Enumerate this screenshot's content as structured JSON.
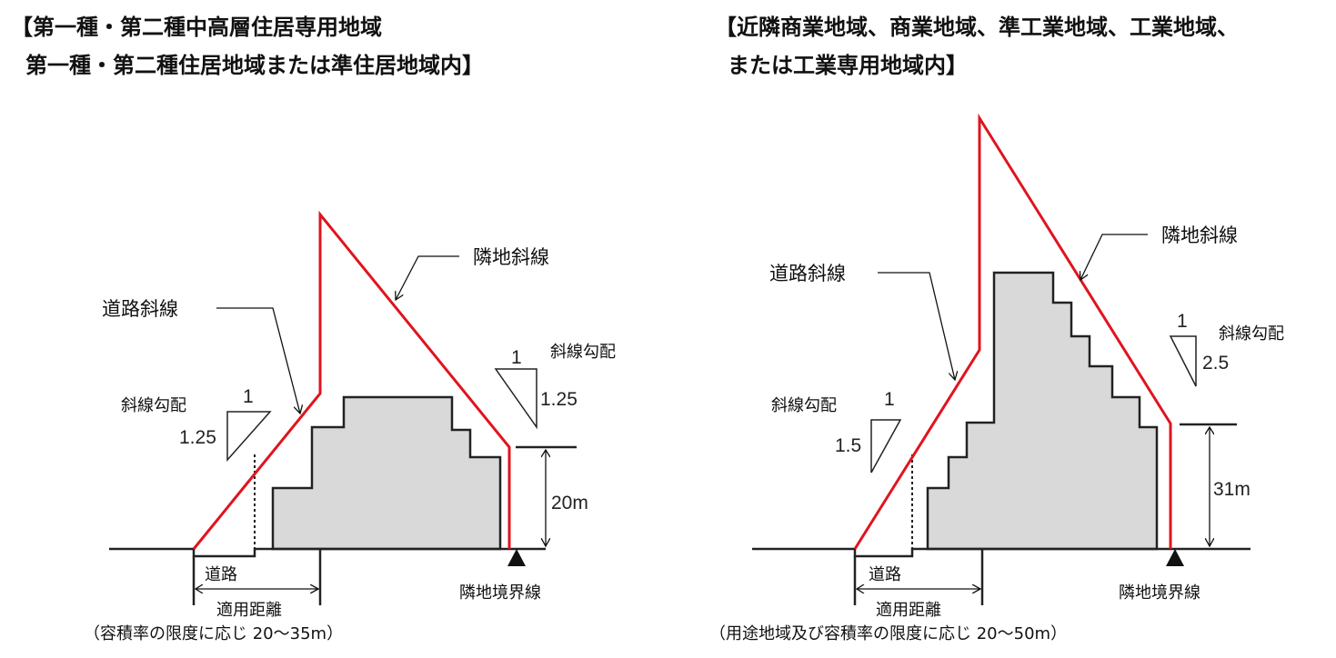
{
  "left": {
    "title_line1": "【第一種・第二種中高層住居専用地域",
    "title_line2": "第一種・第二種住居地域または準住居地域内】",
    "road_slope_label": "道路斜線",
    "adjacent_slope_label": "隣地斜線",
    "road_gradient_label": "斜線勾配",
    "road_gradient_rise": "1",
    "road_gradient_run": "1.25",
    "adjacent_gradient_label": "斜線勾配",
    "adjacent_gradient_rise": "1",
    "adjacent_gradient_run": "1.25",
    "height_label": "20m",
    "boundary_label": "隣地境界線",
    "road_label": "道路",
    "distance_label": "適用距離",
    "distance_note": "（容積率の限度に応じ 20〜35m）"
  },
  "right": {
    "title_line1": "【近隣商業地域、商業地域、準工業地域、工業地域、",
    "title_line2": "または工業専用地域内】",
    "road_slope_label": "道路斜線",
    "adjacent_slope_label": "隣地斜線",
    "road_gradient_label": "斜線勾配",
    "road_gradient_rise": "1",
    "road_gradient_run": "1.5",
    "adjacent_gradient_label": "斜線勾配",
    "adjacent_gradient_rise": "1",
    "adjacent_gradient_run": "2.5",
    "height_label": "31m",
    "boundary_label": "隣地境界線",
    "road_label": "道路",
    "distance_label": "適用距離",
    "distance_note": "（用途地域及び容積率の限度に応じ 20〜50m）"
  },
  "colors": {
    "slope_line": "#e0141e",
    "building": "#d9d9d9"
  }
}
